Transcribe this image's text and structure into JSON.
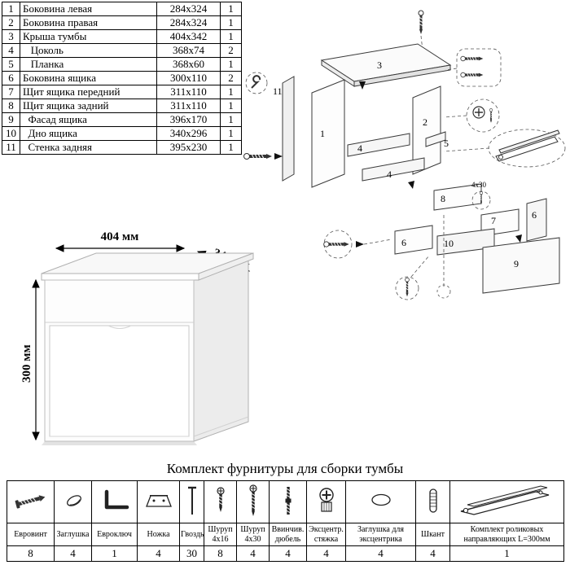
{
  "parts_table": {
    "rows": [
      {
        "num": "1",
        "name": "Боковина левая",
        "size": "284x324",
        "qty": "1"
      },
      {
        "num": "2",
        "name": "Боковина правая",
        "size": "284x324",
        "qty": "1"
      },
      {
        "num": "3",
        "name": "Крыша тумбы",
        "size": "404x342",
        "qty": "1"
      },
      {
        "num": "4",
        "name": "   Цоколь",
        "size": "368x74",
        "qty": "2"
      },
      {
        "num": "5",
        "name": "   Планка",
        "size": "368x60",
        "qty": "1"
      },
      {
        "num": "6",
        "name": "Боковина ящика",
        "size": "300x110",
        "qty": "2"
      },
      {
        "num": "7",
        "name": "Щит ящика передний",
        "size": "311x110",
        "qty": "1"
      },
      {
        "num": "8",
        "name": "Щит ящика задний",
        "size": "311x110",
        "qty": "1"
      },
      {
        "num": "9",
        "name": "  Фасад ящика",
        "size": "396x170",
        "qty": "1"
      },
      {
        "num": "10",
        "name": "  Дно ящика",
        "size": "340x296",
        "qty": "1"
      },
      {
        "num": "11",
        "name": "  Стенка задняя",
        "size": "395x230",
        "qty": "1"
      }
    ]
  },
  "dimensions": {
    "width": "404 мм",
    "depth": "346 мм",
    "height": "300 мм"
  },
  "diagram": {
    "labels": [
      "1",
      "2",
      "3",
      "4",
      "5",
      "6",
      "7",
      "8",
      "9",
      "10",
      "11"
    ],
    "screw_note": "4х30"
  },
  "hardware": {
    "title": "Комплект фурнитуры для сборки тумбы",
    "items": [
      {
        "name": "Евровинт",
        "qty": "8",
        "icon": "confirmat-screw-icon"
      },
      {
        "name": "Заглушка",
        "qty": "4",
        "icon": "cap-icon"
      },
      {
        "name": "Евроключ",
        "qty": "1",
        "icon": "hex-key-icon"
      },
      {
        "name": "Ножка",
        "qty": "4",
        "icon": "foot-icon"
      },
      {
        "name": "Гвоздь",
        "qty": "30",
        "icon": "nail-icon"
      },
      {
        "name": "Шуруп 4х16",
        "qty": "8",
        "icon": "screw-short-icon"
      },
      {
        "name": "Шуруп 4х30",
        "qty": "4",
        "icon": "screw-long-icon"
      },
      {
        "name": "Ввинчив. дюбель",
        "qty": "4",
        "icon": "dowel-screw-icon"
      },
      {
        "name": "Эксцентр. стяжка",
        "qty": "4",
        "icon": "cam-lock-icon"
      },
      {
        "name": "Заглушка для эксцентрика",
        "qty": "4",
        "icon": "cam-cap-icon"
      },
      {
        "name": "Шкант",
        "qty": "4",
        "icon": "wood-dowel-icon"
      },
      {
        "name": "Комплект роликовых направляющих L=300мм",
        "qty": "1",
        "icon": "drawer-slides-icon"
      }
    ]
  }
}
